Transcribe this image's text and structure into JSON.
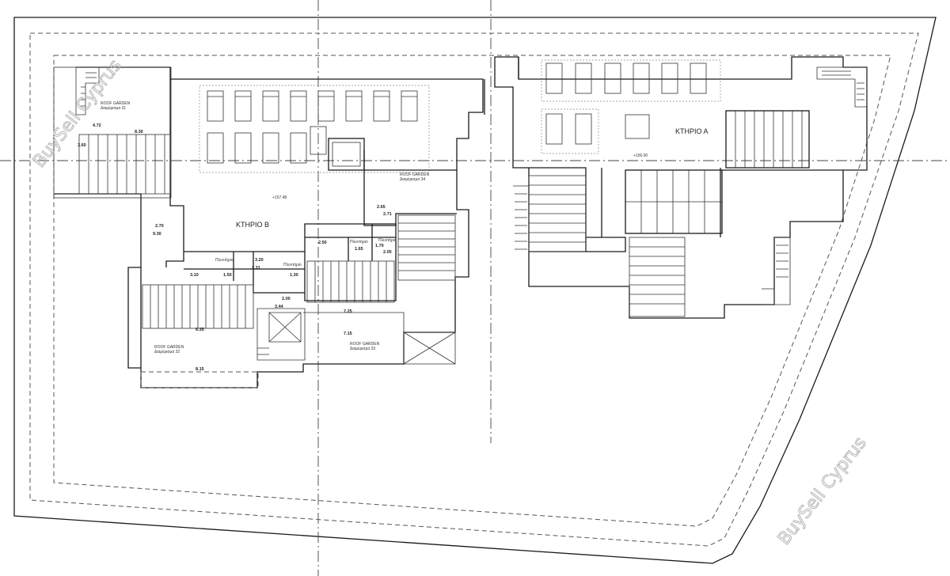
{
  "buildings": {
    "a": "ΚΤΗΡΙΟ Α",
    "b": "ΚΤΗΡΙΟ Β"
  },
  "gardens": {
    "g31": {
      "title": "ROOF GARDEN",
      "sub": "Διαμέρισμα 31"
    },
    "g32": {
      "title": "ROOF GARDEN",
      "sub": "Διαμέρισμα 32"
    },
    "g33": {
      "title": "ROOF GARDEN",
      "sub": "Διαμέρισμα 33"
    },
    "g34": {
      "title": "ROOF GARDEN",
      "sub": "Διαμέρισμα 34"
    }
  },
  "dimensions": {
    "d472": "4.72",
    "d830": "8.30",
    "d360": "3.60",
    "d270a": "2.70",
    "d930": "9.30",
    "d310": "3.10",
    "d150a": "1.50",
    "d320": "3.20",
    "d231": "2.31",
    "d130": "1.30",
    "d200": "2.00",
    "d344": "3.44",
    "d635": "6.35",
    "d815": "8.15",
    "d250": "2.50",
    "d165": "1.65",
    "d170": "1.70",
    "d205": "2.05",
    "d265": "2.65",
    "d271": "2.71",
    "d725": "7.25",
    "d715": "7.15"
  },
  "levels": {
    "l1": "+157.48",
    "l2": "+156.00"
  },
  "rooms": {
    "r1": "Πλυντήριο",
    "r2": "Πλυντήριο",
    "r3": "Πλυντήριο",
    "r4": "Πλυντήριο"
  },
  "watermarks": {
    "top_left": "BuySell Cyprus",
    "bottom_right": "BuySell Cyprus"
  }
}
